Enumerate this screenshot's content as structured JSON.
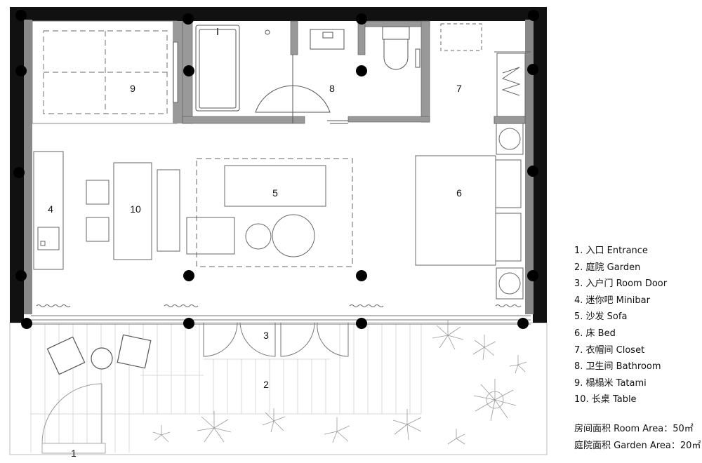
{
  "room_numbers": {
    "n1": "1",
    "n2": "2",
    "n3": "3",
    "n4": "4",
    "n5": "5",
    "n6": "6",
    "n7": "7",
    "n8": "8",
    "n9": "9",
    "n10": "10"
  },
  "legend": {
    "items": [
      "1. 入口  Entrance",
      "2. 庭院  Garden",
      "3. 入户门  Room Door",
      "4. 迷你吧  Minibar",
      "5. 沙发  Sofa",
      "6. 床  Bed",
      "7. 衣帽间  Closet",
      "8. 卫生间  Bathroom",
      "9. 榻榻米 Tatami",
      "10. 长桌  Table"
    ],
    "room_area": "房间面积 Room Area：50㎡",
    "garden_area": "庭院面积 Garden Area：20㎡"
  }
}
